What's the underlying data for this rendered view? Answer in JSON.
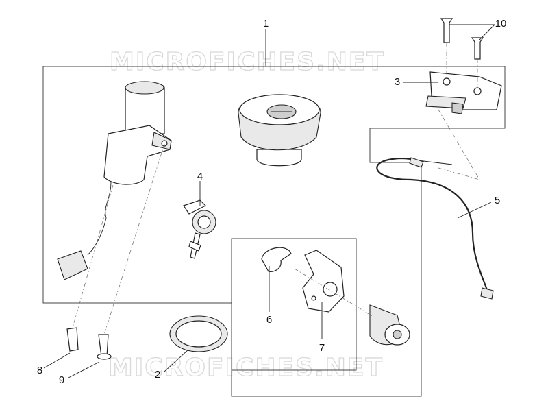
{
  "watermark": {
    "text": "MICROFICHES.NET"
  },
  "callouts": {
    "c1": "1",
    "c2": "2",
    "c3": "3",
    "c4": "4",
    "c5": "5",
    "c6": "6",
    "c7": "7",
    "c8": "8",
    "c9": "9",
    "c10": "10"
  },
  "colors": {
    "line": "#222222",
    "watermark": "#d9d9d9",
    "background": "#ffffff"
  }
}
